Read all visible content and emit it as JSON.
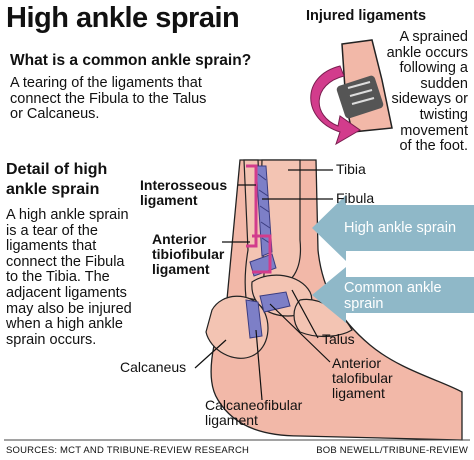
{
  "title": "High ankle sprain",
  "intro": {
    "heading": "What is a common ankle sprain?",
    "text": "A tearing of the ligaments that\nconnect the Fibula to the Talus\nor Calcaneus."
  },
  "injured": {
    "heading": "Injured ligaments",
    "text": "A sprained\nankle occurs\nfollowing a\nsudden\nsideways or\ntwisting\nmovement\nof the foot."
  },
  "detail": {
    "heading": "Detail of  high\nankle sprain",
    "text": "A high ankle sprain\nis a tear of the\nligaments that\nconnect the Fibula\nto the Tibia. The\nadjacent ligaments\nmay also be injured\nwhen a high ankle\nsprain occurs."
  },
  "labels": {
    "tibia": "Tibia",
    "fibula": "Fibula",
    "interosseous": "Interosseous\nligament",
    "anterior_tibiofibular": "Anterior\ntibiofibular\nligament",
    "calcaneus": "Calcaneus",
    "talus": "Talus",
    "anterior_talofibular": "Anterior\ntalofibular\nligament",
    "calcaneofibular": "Calcaneofibular\nligament"
  },
  "arrows": {
    "high": "High ankle sprain",
    "common": "Common ankle\nsprain"
  },
  "footer": {
    "sources": "SOURCES: MCT AND TRIBUNE-REVIEW RESEARCH",
    "credit": "BOB NEWELL/TRIBUNE-REVIEW"
  },
  "colors": {
    "skin": "#f2b8a8",
    "bone": "#f3c4b3",
    "ligament": "#7d7fc7",
    "highlight": "#d23c8c",
    "arrow": "#8fb8c8"
  }
}
